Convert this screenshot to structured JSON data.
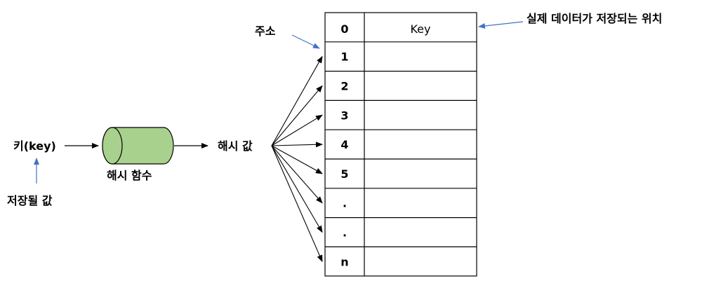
{
  "labels": {
    "key": "키(key)",
    "stored_value": "저장될 값",
    "hash_function": "해시 함수",
    "hash_value": "해시 값",
    "address": "주소",
    "storage_location": "실제 데이터가 저장되는 위치"
  },
  "table": {
    "header": {
      "index": "0",
      "value": "Key"
    },
    "rows": [
      "1",
      "2",
      "3",
      "4",
      "5",
      ".",
      ".",
      "n"
    ]
  },
  "colors": {
    "cylinder_fill": "#a9d18e",
    "annotation_arrow": "#4472c4",
    "line": "#000000"
  }
}
